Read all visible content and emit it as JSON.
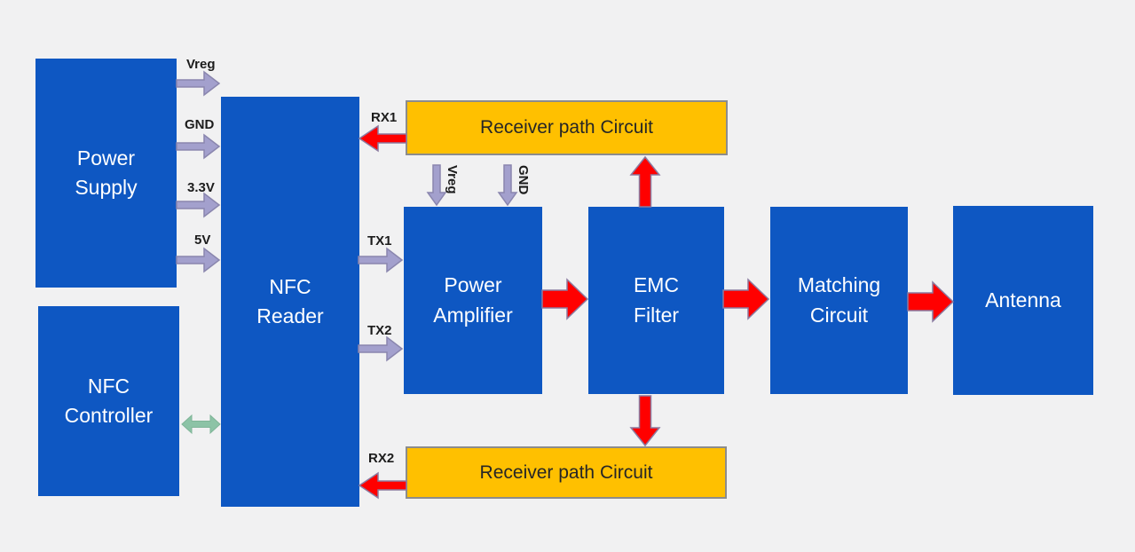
{
  "diagram_type": "block-diagram",
  "colors": {
    "background": "#F1F1F2",
    "block_blue": "#0E57C2",
    "block_orange": "#FFC000",
    "orange_border": "#8C8C8C",
    "block_text_white": "#FFFFFF",
    "block_text_dark": "#262626",
    "arrow_red": "#FF0000",
    "arrow_purple": "#A3A0CD",
    "arrow_green": "#8CC3A6",
    "label_text": "#1C1C1C"
  },
  "blocks": [
    {
      "id": "power-supply",
      "label": "Power\nSupply"
    },
    {
      "id": "nfc-controller",
      "label": "NFC\nController"
    },
    {
      "id": "nfc-reader",
      "label": "NFC\nReader"
    },
    {
      "id": "power-amplifier",
      "label": "Power\nAmplifier"
    },
    {
      "id": "emc-filter",
      "label": "EMC\nFilter"
    },
    {
      "id": "matching-circuit",
      "label": "Matching\nCircuit"
    },
    {
      "id": "antenna",
      "label": "Antenna"
    },
    {
      "id": "receiver-path-top",
      "label": "Receiver path Circuit"
    },
    {
      "id": "receiver-path-bottom",
      "label": "Receiver path Circuit"
    }
  ],
  "signal_labels": {
    "vreg": "Vreg",
    "gnd": "GND",
    "v3_3": "3.3V",
    "v5": "5V",
    "tx1": "TX1",
    "tx2": "TX2",
    "rx1": "RX1",
    "rx2": "RX2",
    "pa_vreg": "Vreg",
    "pa_gnd": "GND"
  }
}
